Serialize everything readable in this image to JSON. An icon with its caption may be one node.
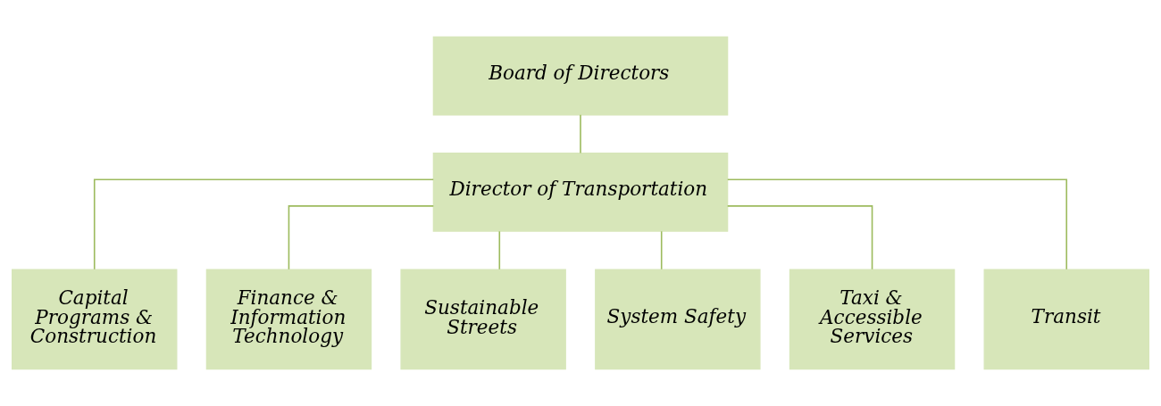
{
  "diagram": {
    "nodes": [
      {
        "text": [
          "Board of Directors"
        ]
      },
      {
        "text": [
          "Director of Transportation"
        ]
      },
      {
        "text": [
          "Capital Programs & Construction"
        ]
      },
      {
        "text": [
          "Finance & Information Technology"
        ]
      },
      {
        "text": [
          "Sustainable Streets"
        ]
      },
      {
        "text": [
          "System Safety"
        ]
      },
      {
        "text": [
          "Taxi & Accessible Services"
        ]
      },
      {
        "text": [
          "Transit"
        ]
      }
    ],
    "edges": [
      {
        "from": 0,
        "to": 1,
        "arrow": "none"
      },
      {
        "from": 1,
        "to": 2,
        "arrow": "none"
      },
      {
        "from": 1,
        "to": 3,
        "arrow": "none"
      },
      {
        "from": 1,
        "to": 4,
        "arrow": "none"
      },
      {
        "from": 1,
        "to": 5,
        "arrow": "none"
      },
      {
        "from": 1,
        "to": 6,
        "arrow": "none"
      },
      {
        "from": 1,
        "to": 7,
        "arrow": "none"
      }
    ]
  }
}
